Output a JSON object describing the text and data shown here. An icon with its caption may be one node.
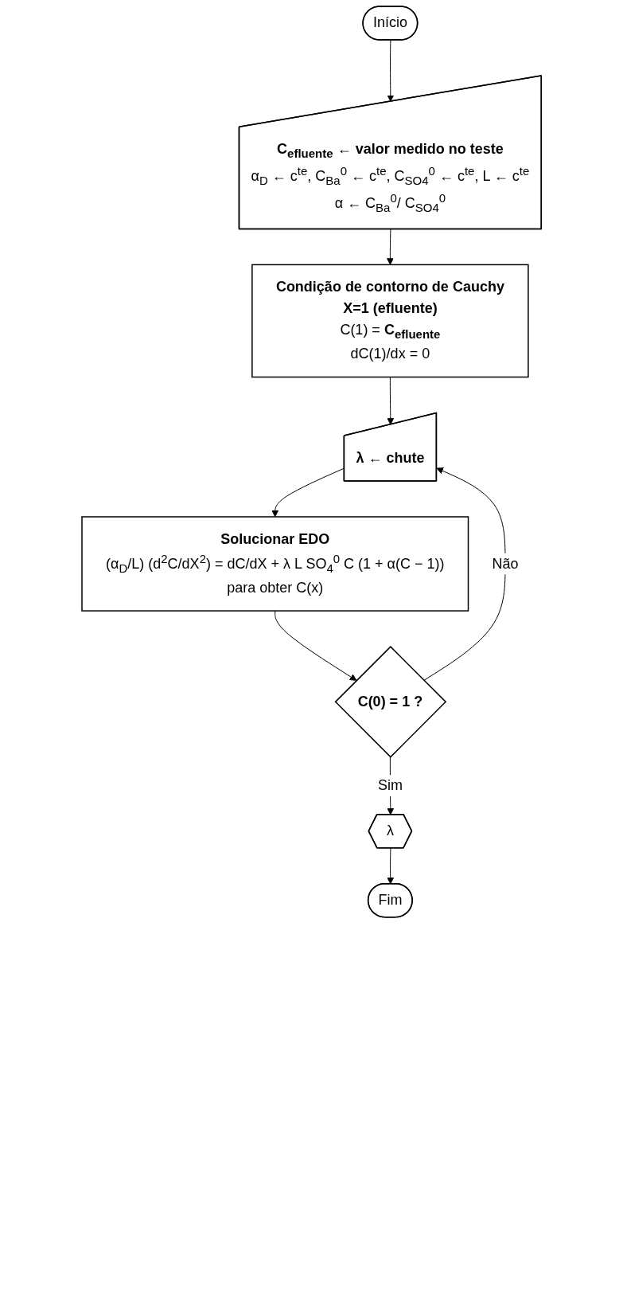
{
  "diagram": {
    "nodes": [
      {
        "text": [
          "Início"
        ]
      },
      {
        "text": [
          "**C$_{efluente}$ ← valor medido no teste**",
          "α$_{D}$ ← c$^{te}$, C$_{Ba}$$^{0}$ ← c$^{te}$, C$_{SO4}$$^{0}$ ← c$^{te}$, L ← c$^{te}$",
          "α ← C$_{Ba}$$^{0}$/ C$_{SO4}$$^{0}$"
        ]
      },
      {
        "text": [
          "**Condição de contorno de Cauchy**",
          "**X=1 (efluente)**",
          "C(1) = **C$_{efluente}$**",
          "dC(1)/dx = 0"
        ]
      },
      {
        "text": [
          "**λ ← chute**"
        ]
      },
      {
        "text": [
          "**Solucionar EDO**",
          "(α$_{D}$/L) (d$^{2}$C/dX$^{2}$) = dC/dX + λ L SO$_{4}$$^{0}$ C (1 + α(C − 1))",
          "para obter C(x)"
        ]
      },
      {
        "text": [
          "**C(0) = 1 ?**"
        ]
      },
      {
        "text": [
          "λ"
        ]
      },
      {
        "text": [
          "Fim"
        ]
      }
    ],
    "edges": [
      {
        "from": 0,
        "to": 1,
        "arrow": "to"
      },
      {
        "from": 1,
        "to": 2,
        "arrow": "to"
      },
      {
        "from": 2,
        "to": 3,
        "arrow": "to"
      },
      {
        "from": 3,
        "to": 4,
        "arrow": "to"
      },
      {
        "from": 4,
        "to": 5,
        "arrow": "to"
      },
      {
        "from": 5,
        "to": 3,
        "label": "Não",
        "arrow": "to"
      },
      {
        "from": 5,
        "to": 6,
        "label": "Sim",
        "arrow": "to"
      },
      {
        "from": 6,
        "to": 7,
        "arrow": "to"
      }
    ]
  }
}
